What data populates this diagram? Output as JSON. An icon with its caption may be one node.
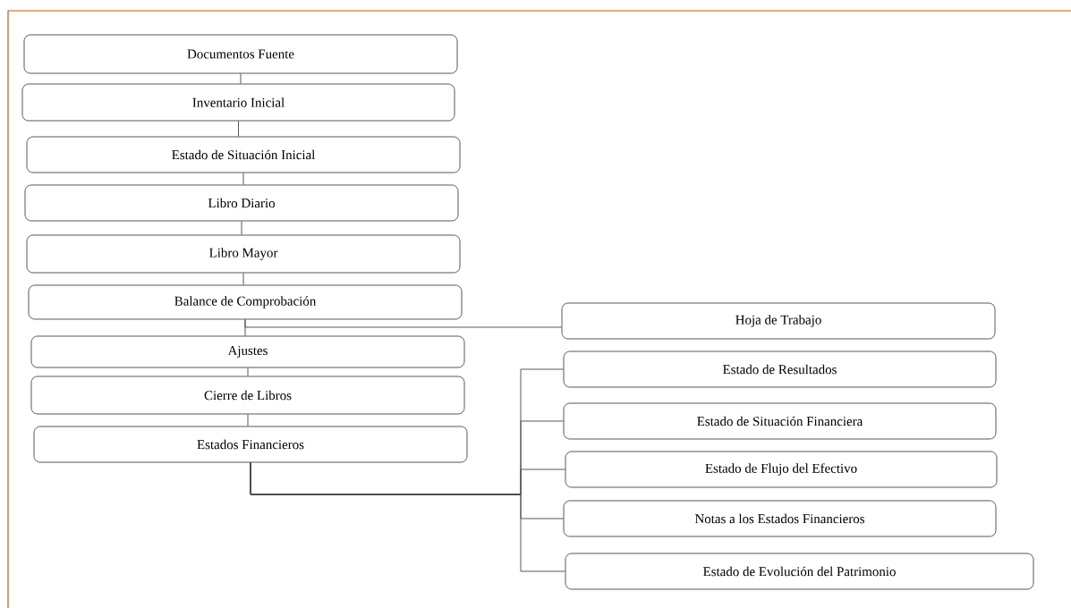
{
  "diagram": {
    "nodes": [
      {
        "text": [
          "Documentos Fuente"
        ]
      },
      {
        "text": [
          "Inventario Inicial"
        ]
      },
      {
        "text": [
          "Estado de Situación Inicial"
        ]
      },
      {
        "text": [
          "Libro Diario"
        ]
      },
      {
        "text": [
          "Libro Mayor"
        ]
      },
      {
        "text": [
          "Balance de Comprobación"
        ]
      },
      {
        "text": [
          "Ajustes"
        ]
      },
      {
        "text": [
          "Cierre de Libros"
        ]
      },
      {
        "text": [
          "Estados Financieros"
        ]
      },
      {
        "text": [
          "Hoja de Trabajo"
        ]
      },
      {
        "text": [
          "Estado de Resultados"
        ]
      },
      {
        "text": [
          "Estado de Situación Financiera"
        ]
      },
      {
        "text": [
          "Estado de Flujo del Efectivo"
        ]
      },
      {
        "text": [
          "Notas a los Estados Financieros"
        ]
      },
      {
        "text": [
          "Estado de Evolución del Patrimonio"
        ]
      }
    ],
    "edges": [
      {
        "from": 0,
        "to": 1,
        "arrow": "none"
      },
      {
        "from": 1,
        "to": 2,
        "arrow": "none"
      },
      {
        "from": 2,
        "to": 3,
        "arrow": "none"
      },
      {
        "from": 3,
        "to": 4,
        "arrow": "none"
      },
      {
        "from": 4,
        "to": 5,
        "arrow": "none"
      },
      {
        "from": 5,
        "to": 6,
        "arrow": "none"
      },
      {
        "from": 5,
        "to": 9,
        "arrow": "none"
      },
      {
        "from": 6,
        "to": 7,
        "arrow": "none"
      },
      {
        "from": 7,
        "to": 8,
        "arrow": "none"
      },
      {
        "from": 8,
        "to": 10,
        "arrow": "none"
      },
      {
        "from": 8,
        "to": 11,
        "arrow": "none"
      },
      {
        "from": 8,
        "to": 12,
        "arrow": "none"
      },
      {
        "from": 8,
        "to": 13,
        "arrow": "none"
      },
      {
        "from": 8,
        "to": 14,
        "arrow": "none"
      }
    ]
  }
}
